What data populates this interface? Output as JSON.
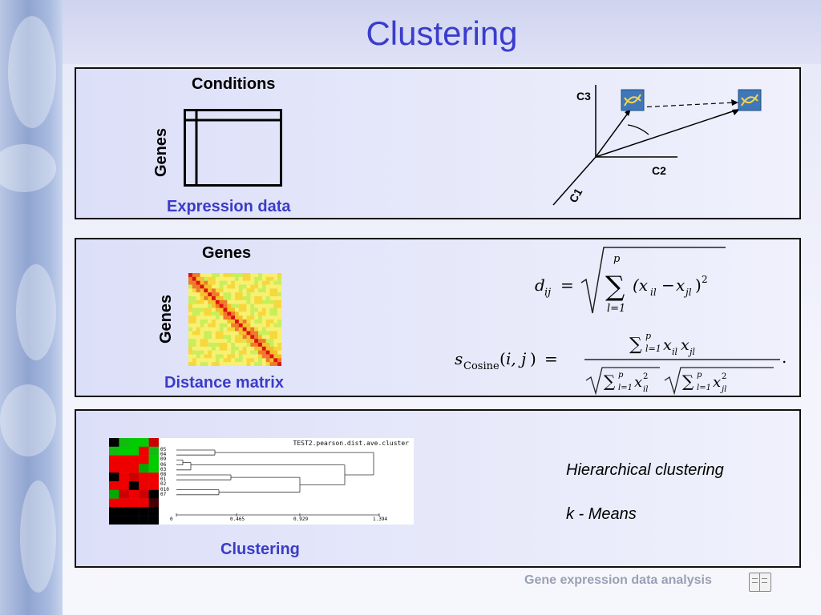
{
  "slide": {
    "title": "Clustering",
    "footer": "Gene expression data analysis"
  },
  "panel1": {
    "conditions_label": "Conditions",
    "genes_label": "Genes",
    "caption": "Expression data",
    "axes": {
      "c3": "C3",
      "c2": "C2",
      "c1": "C1"
    }
  },
  "panel2": {
    "genes_top_label": "Genes",
    "genes_side_label": "Genes",
    "caption": "Distance matrix"
  },
  "panel3": {
    "dendrogram_title": "TEST2.pearson.dist.ave.cluster",
    "leaf_labels": [
      "05",
      "04",
      "09",
      "06",
      "03",
      "08",
      "01",
      "02",
      "010",
      "07"
    ],
    "axis_ticks": [
      "0",
      "0.465",
      "0.929",
      "1.394"
    ],
    "methods": [
      "Hierarchical clustering",
      "k - Means"
    ],
    "caption": "Clustering"
  },
  "colors": {
    "accent": "#3a3ccc",
    "caption": "#3b3bc8",
    "footer": "#9aa0b4"
  }
}
